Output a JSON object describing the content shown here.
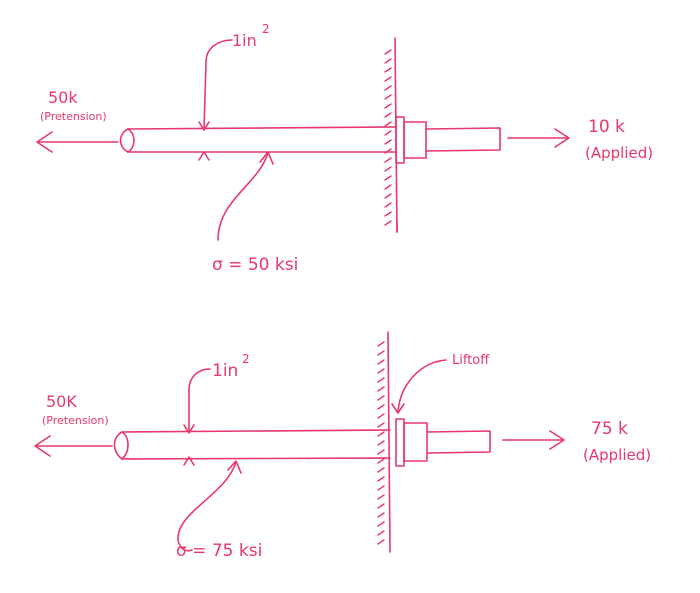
{
  "colors": {
    "ink": "#e8376a",
    "background": "#ffffff"
  },
  "diagrams": [
    {
      "pretension_value": "50k",
      "pretension_note": "(Pretension)",
      "area_label": "1in",
      "area_exponent": "2",
      "stress_label": "σ = 50 ksi",
      "applied_value": "10 k",
      "applied_note": "(Applied)",
      "liftoff_label": ""
    },
    {
      "pretension_value": "50K",
      "pretension_note": "(Pretension)",
      "area_label": "1in",
      "area_exponent": "2",
      "stress_label": "σ = 75 ksi",
      "applied_value": "75 k",
      "applied_note": "(Applied)",
      "liftoff_label": "Liftoff"
    }
  ]
}
